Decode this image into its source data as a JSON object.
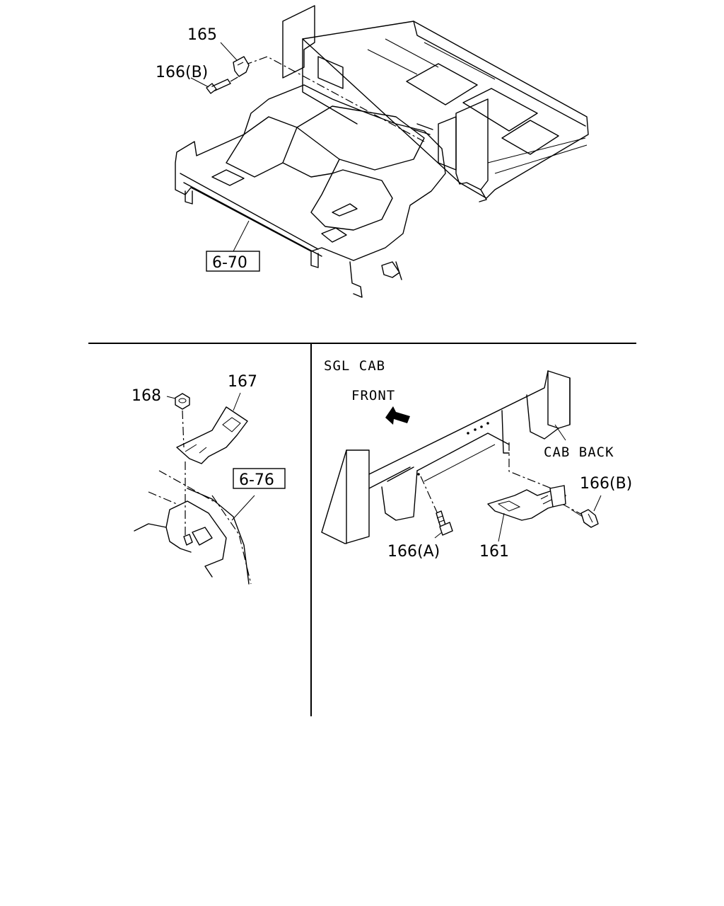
{
  "callouts": {
    "c165": "165",
    "c166b_top": "166(B)",
    "ref_670": "6-70",
    "c168": "168",
    "c167": "167",
    "ref_676": "6-76",
    "c166b_right": "166(B)",
    "c166a": "166(A)",
    "c161": "161"
  },
  "notes": {
    "sgl_cab": "SGL CAB",
    "front": "FRONT",
    "cab_back": "CAB BACK"
  }
}
